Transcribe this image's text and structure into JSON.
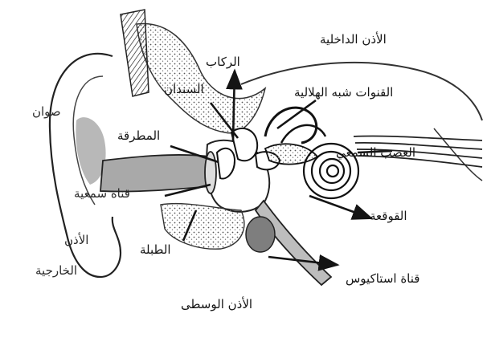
{
  "diagram": {
    "labels": {
      "inner_ear": "الأذن الداخلية",
      "stapes": "الركاب",
      "semicircular_canals": "القنوات شبه الهلالية",
      "anvil": "السندان",
      "auricle": "صوان",
      "hammer": "المطرقة",
      "auditory_nerve": "العصب السمعي",
      "ear_canal": "قناة سمعية",
      "cochlea": "القوقعة",
      "outer_ear_line1": "الأذن",
      "outer_ear_line2": "الخارجية",
      "eardrum": "الطبلة",
      "eustachian_tube": "قناة استاكيوس",
      "middle_ear": "الأذن الوسطى"
    },
    "colors": {
      "ink": "#141414",
      "paper": "#ffffff",
      "shade": "#9a9a9a"
    }
  }
}
